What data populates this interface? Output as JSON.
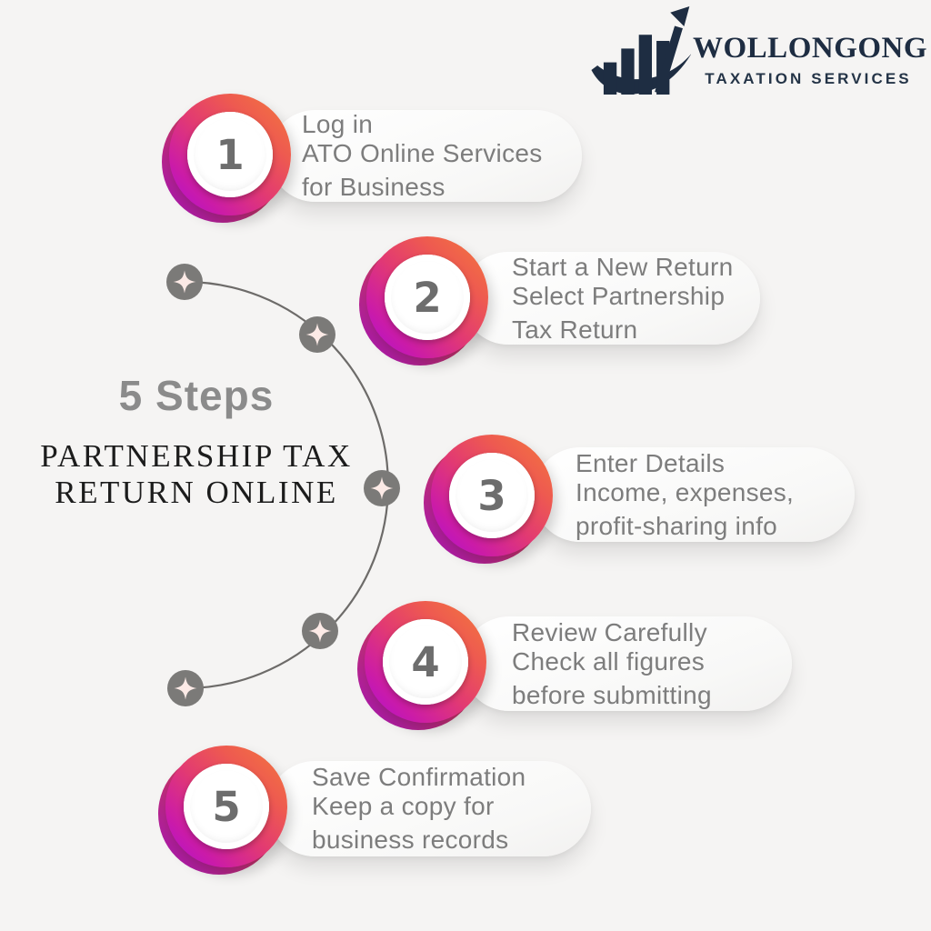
{
  "page": {
    "background_color": "#f5f4f3"
  },
  "logo": {
    "name": "WOLLONGONG",
    "tagline": "TAXATION SERVICES",
    "color": "#1e2d42",
    "icon": "bar-chart-growth-arrow-icon"
  },
  "title": {
    "heading": "5 Steps",
    "subheading_line1": "PARTNERSHIP TAX",
    "subheading_line2": "RETURN ONLINE"
  },
  "steps": [
    {
      "number": "1",
      "lines": [
        "Log in",
        "ATO Online Services",
        "for Business"
      ]
    },
    {
      "number": "2",
      "lines": [
        "Start a New Return",
        "Select Partnership",
        "Tax Return"
      ]
    },
    {
      "number": "3",
      "lines": [
        "Enter Details",
        "Income, expenses,",
        "profit-sharing info"
      ]
    },
    {
      "number": "4",
      "lines": [
        "Review Carefully",
        "Check all figures",
        "before submitting"
      ]
    },
    {
      "number": "5",
      "lines": [
        "Save Confirmation",
        "Keep a copy for",
        "business records"
      ]
    }
  ],
  "decor": {
    "curve": "left-facing semicircular arc connecting five sparkle nodes",
    "sparkle_icon": "four-point-star-icon",
    "node_color": "#7b7a78",
    "sparkle_color": "#fceae6"
  },
  "colors": {
    "badge_gradient_start": "#f3793c",
    "badge_gradient_mid": "#e23a72",
    "badge_gradient_end": "#ad0fd8",
    "pill_text": "#7d7d7d",
    "heading_gray": "#8b8b8b",
    "title_dark": "#1c1c1c"
  }
}
